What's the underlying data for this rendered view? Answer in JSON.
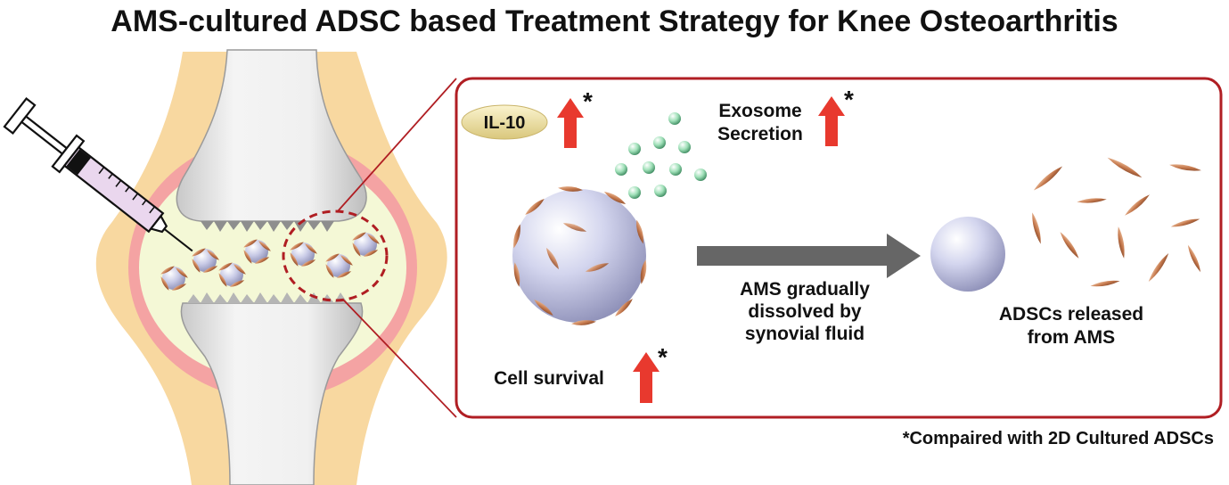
{
  "title": "AMS-cultured ADSC based Treatment Strategy for Knee Osteoarthritis",
  "labels": {
    "il10": "IL-10",
    "exosome_line1": "Exosome",
    "exosome_line2": "Secretion",
    "cell_survival": "Cell survival",
    "asterisk": "*",
    "arrow_line1": "AMS gradually",
    "arrow_line2": "dissolved by",
    "arrow_line3": "synovial fluid",
    "released_line1": "ADSCs released",
    "released_line2": "from AMS",
    "footnote": "*Compaired with 2D Cultured ADSCs"
  },
  "colors": {
    "frame": "#b01e23",
    "up_arrow": "#e8392e",
    "process_arrow": "#666666",
    "bone": "#e6e6e6",
    "outer_capsule": "#f8d8a0",
    "synovial_membrane": "#f4a3a3",
    "joint_fluid": "#f4f8d6",
    "il10_pill": "#efe3a6",
    "exosome": "#7fcfa0",
    "microsphere": "#c9cbe8",
    "cell": "#c67a4e"
  }
}
